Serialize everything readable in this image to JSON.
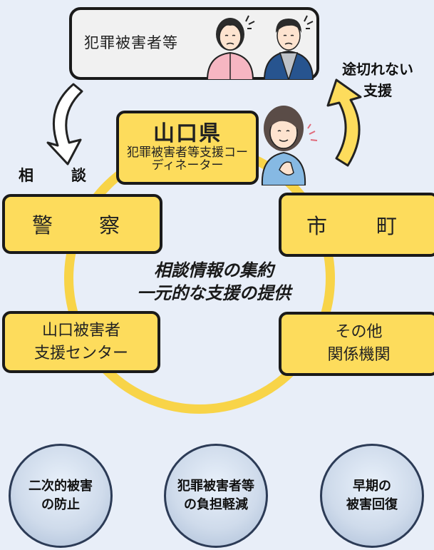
{
  "victims": {
    "label": "犯罪被害者等"
  },
  "prefecture": {
    "title": "山口県",
    "role": "犯罪被害者等支援コーディネーター"
  },
  "flow": {
    "consult": "相　談",
    "support": [
      "途切れない",
      "支援"
    ]
  },
  "orgs": {
    "police": "警　察",
    "city": "市　町",
    "center": [
      "山口被害者",
      "支援センター"
    ],
    "other": [
      "その他",
      "関係機関"
    ]
  },
  "center_text": [
    "相談情報の集約",
    "一元的な支援の提供"
  ],
  "goals": [
    [
      "二次的被害",
      "の防止"
    ],
    [
      "犯罪被害者等",
      "の負担軽減"
    ],
    [
      "早期の",
      "被害回復"
    ]
  ],
  "colors": {
    "accent": "#fddc5c",
    "ring": "#f8d448",
    "background": "#e8eef8"
  }
}
